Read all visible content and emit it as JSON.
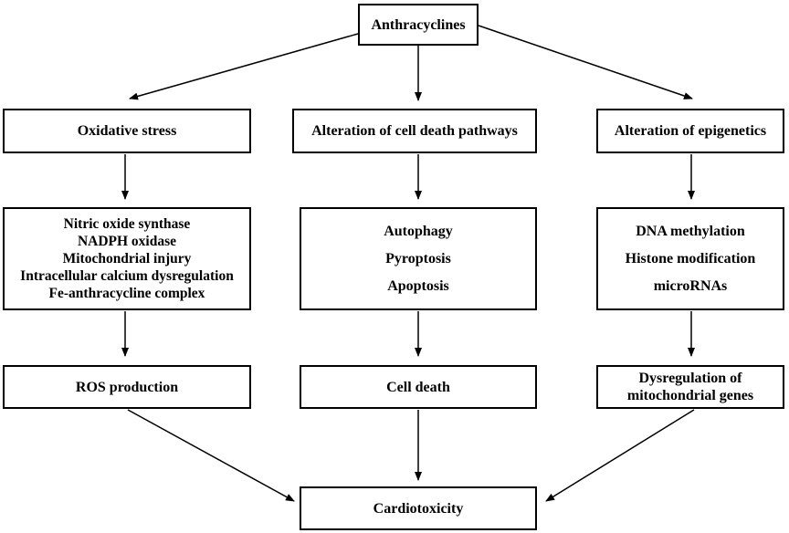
{
  "top": {
    "label": "Anthracyclines"
  },
  "branches": [
    {
      "title": "Oxidative stress",
      "mechanisms": [
        "Nitric oxide synthase",
        "NADPH oxidase",
        "Mitochondrial injury",
        "Intracellular calcium dysregulation",
        "Fe-anthracycline complex"
      ],
      "outcome": [
        "ROS production"
      ]
    },
    {
      "title": "Alteration of cell death pathways",
      "mechanisms": [
        "Autophagy",
        "Pyroptosis",
        "Apoptosis"
      ],
      "outcome": [
        "Cell death"
      ]
    },
    {
      "title": "Alteration of epigenetics",
      "mechanisms": [
        "DNA methylation",
        "Histone modification",
        "microRNAs"
      ],
      "outcome": [
        "Dysregulation of",
        "mitochondrial genes"
      ]
    }
  ],
  "bottom": {
    "label": "Cardiotoxicity"
  }
}
